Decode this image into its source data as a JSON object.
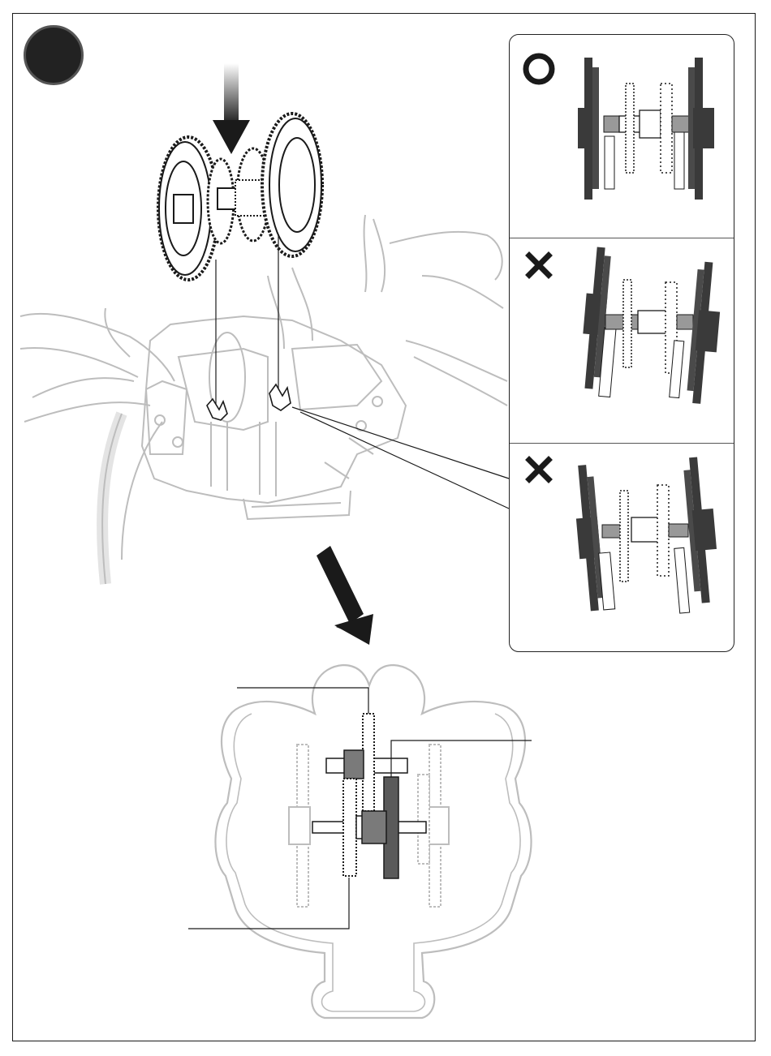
{
  "step": {
    "number": ""
  },
  "marks": {
    "correct": "correct-mark",
    "wrong": "wrong-mark"
  },
  "colors": {
    "line": "#1a1a1a",
    "ghost": "#bdbdbd",
    "gear_dark": "#3a3a3a",
    "gear_mid": "#7a7a7a",
    "badge": "#222222"
  },
  "options": [
    {
      "id": "option-correct",
      "verdict": "correct"
    },
    {
      "id": "option-wrong-1",
      "verdict": "wrong"
    },
    {
      "id": "option-wrong-2",
      "verdict": "wrong"
    }
  ]
}
